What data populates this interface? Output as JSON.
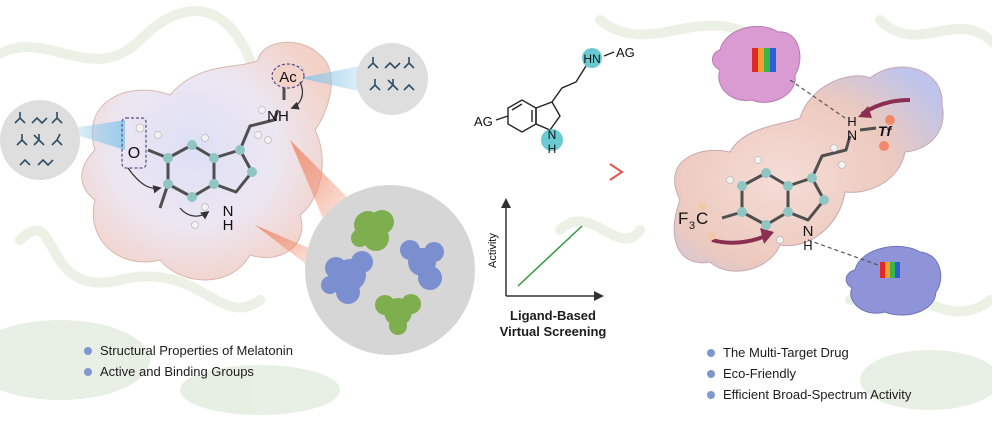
{
  "left_panel": {
    "bullets": [
      "Structural Properties of Melatonin",
      "Active and Binding Groups"
    ],
    "labels": {
      "acetyl": "Ac",
      "amine": "NH",
      "methoxy_o": "O",
      "indole_n": "N",
      "indole_h": "H"
    }
  },
  "center_panel": {
    "scaffold_labels": {
      "ag_top": "AG",
      "ag_left": "AG",
      "hn": "HN",
      "indole_n": "N",
      "indole_h": "H"
    },
    "plot_y_label": "Activity",
    "screening_line1": "Ligand-Based",
    "screening_line2": "Virtual Screening"
  },
  "right_panel": {
    "bullets": [
      "The Multi-Target Drug",
      "Eco-Friendly",
      "Efficient Broad-Spectrum Activity"
    ],
    "labels": {
      "cf3_f": "F",
      "cf3_3": "3",
      "cf3_c": "C",
      "tf": "Tf",
      "amine_n": "N",
      "amine_h": "H",
      "indole_n": "N",
      "indole_h": "H"
    }
  },
  "colors": {
    "bullet": "#7f97cf",
    "arrow_start": "#8a8fd6",
    "arrow_end": "#e0564a",
    "plot_line": "#2e9a3a",
    "highlight_cyan": "#4fc2c9"
  }
}
